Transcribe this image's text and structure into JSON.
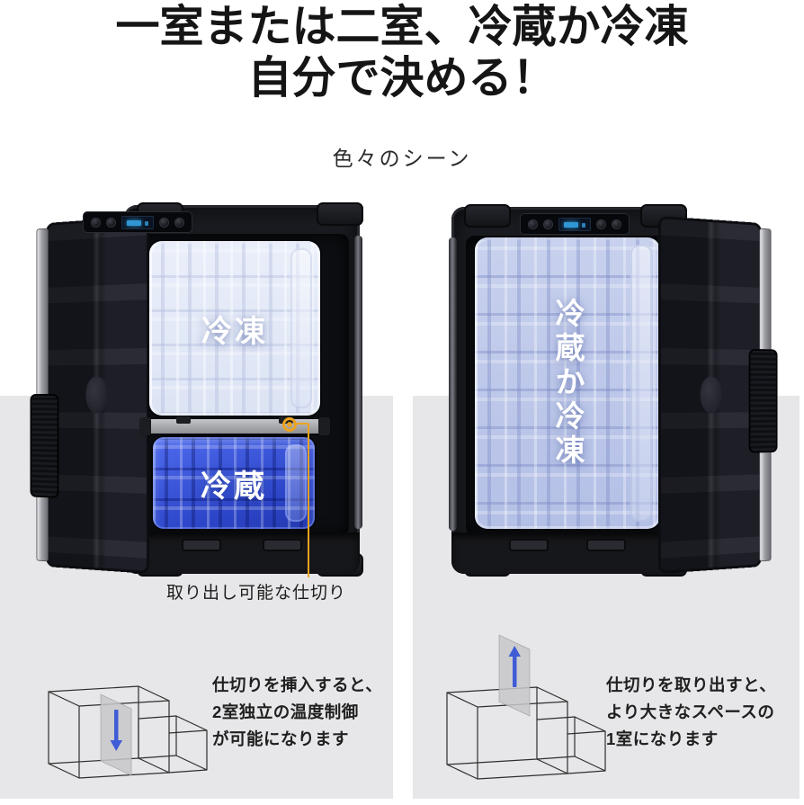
{
  "title": {
    "line1": "一室または二室、冷蔵か冷凍",
    "line2": "自分で決める！"
  },
  "subtitle": "色々のシーン",
  "fridge_two_zone": {
    "freezer_label": "冷凍",
    "chiller_label": "冷蔵",
    "callout_label": "取り出し可能な仕切り"
  },
  "fridge_one_zone": {
    "zone_label": "冷蔵か冷凍"
  },
  "insert_note": {
    "line1": "仕切りを挿入すると、",
    "line2": "2室独立の温度制御",
    "line3": "が可能になります"
  },
  "remove_note": {
    "line1": "仕切りを取り出すと、",
    "line2": "より大きなスペースの",
    "line3": "1室になります"
  },
  "colors": {
    "accent_orange": "#eda31f",
    "arrow_blue": "#3f5cd6",
    "panel_gray": "#e7e7e9",
    "lcd_blue": "#35a7e8",
    "chiller_blue": "#3a55d8",
    "frost_blue": "#d9e1f2",
    "cabinet_black": "#1a1b20"
  }
}
